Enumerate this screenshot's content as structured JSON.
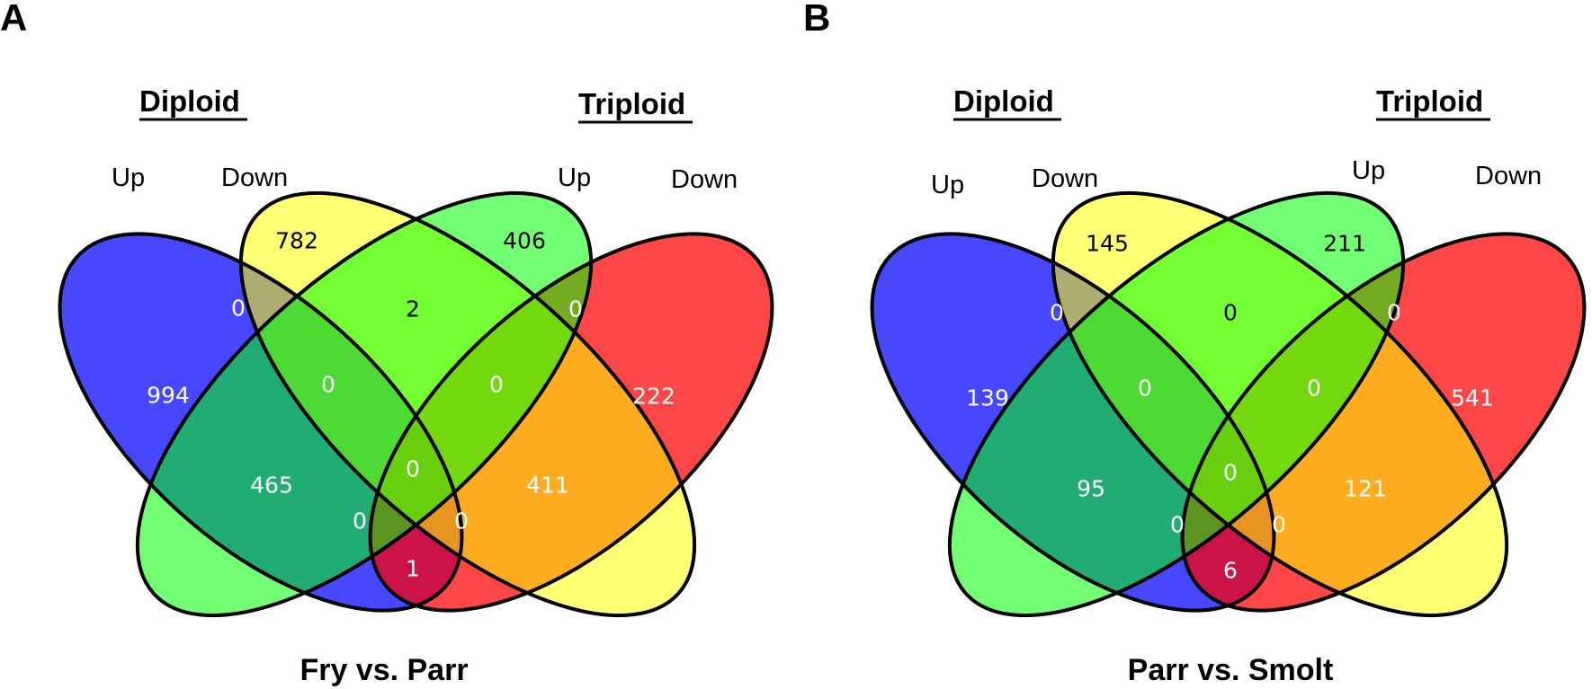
{
  "panels": [
    {
      "letter": "A",
      "title": "Fry vs. Parr",
      "headers": {
        "left": "Diploid",
        "right": "Triploid"
      },
      "set_labels": {
        "dip_up": "Up",
        "dip_down": "Down",
        "tri_up": "Up",
        "tri_down": "Down"
      },
      "counts": {
        "blue_only": "994",
        "yellow_only": "782",
        "green_only": "406",
        "red_only": "222",
        "blue_yellow": "0",
        "yellow_green": "2",
        "green_red": "0",
        "blue_yellow_green": "0",
        "yellow_green_red": "0",
        "all_four": "0",
        "blue_green": "465",
        "yellow_red": "411",
        "blue_green_red": "0",
        "blue_yellow_red": "0",
        "blue_red": "1"
      }
    },
    {
      "letter": "B",
      "title": "Parr vs. Smolt",
      "headers": {
        "left": "Diploid",
        "right": "Triploid"
      },
      "set_labels": {
        "dip_up": "Up",
        "dip_down": "Down",
        "tri_up": "Up",
        "tri_down": "Down"
      },
      "counts": {
        "blue_only": "139",
        "yellow_only": "145",
        "green_only": "211",
        "red_only": "541",
        "blue_yellow": "0",
        "yellow_green": "0",
        "green_red": "0",
        "blue_yellow_green": "0",
        "yellow_green_red": "0",
        "all_four": "0",
        "blue_green": "95",
        "yellow_red": "121",
        "blue_green_red": "0",
        "blue_yellow_red": "0",
        "blue_red": "6"
      }
    }
  ],
  "colors": {
    "blue": "#0000ff",
    "yellow": "#ffff00",
    "green": "#00ff00",
    "red": "#ff0000",
    "outline": "#000000"
  }
}
